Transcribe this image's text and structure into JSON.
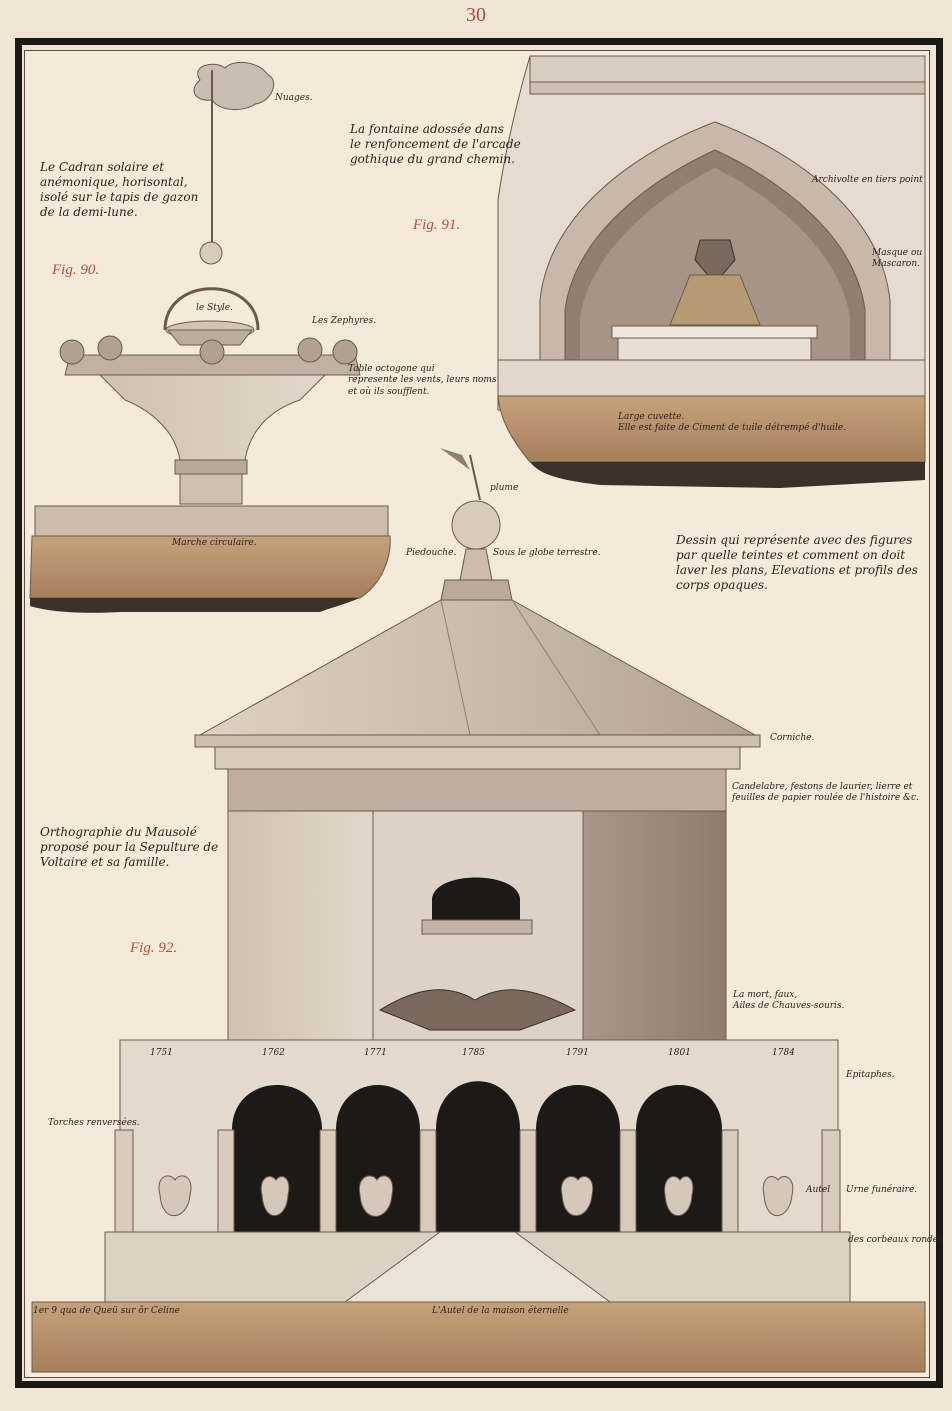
{
  "page_number": "30",
  "figures": {
    "fig90": {
      "label": "Fig. 90.",
      "title": "Le Cadran solaire et\nanémonique, horisontal,\nisolé sur le tapis de gazon\nde la demi-lune.",
      "annotations": {
        "nuages": "Nuages.",
        "style": "le Style.",
        "zephyres": "Les Zephyres.",
        "table": "Table octogone qui\nrepresente les vents, leurs noms\net où ils soufflent.",
        "marche": "Marche circulaire."
      }
    },
    "fig91": {
      "label": "Fig. 91.",
      "title": "La fontaine adossée dans\nle renfoncement de l'arcade\ngothique du grand chemin.",
      "annotations": {
        "archivolte": "Archivolte en tiers point",
        "masque": "Masque ou\nMascaron.",
        "cuvette": "Large cuvette.\nElle est faite de Ciment de tuile détrempé d'huile."
      }
    },
    "description": "Dessin qui représente avec des figures\npar quelle teintes et comment on doit\nlaver les plans, Elevations et profils des\ncorps opaques.",
    "fig92": {
      "label": "Fig. 92.",
      "title": "Orthographie du Mausolé\nproposé pour la Sepulture de\nVoltaire et sa famille.",
      "annotations": {
        "plume": "plume",
        "piedouche": "Piedouche.",
        "globe": "Sous le globe terrestre.",
        "corniche": "Corniche.",
        "candelabre": "Candelabre, festons de laurier, lierre et\nfeuilles de papier roulée de l'histoire &c.",
        "mort": "La mort, faux,\nAiles de Chauves-souris.",
        "epitaphes": "Epitaphes.",
        "torches": "Torches renversées.",
        "urne": "Urne funéraire.",
        "autel": "Autel",
        "corbeaux": "des corbeaux rondés",
        "bottom_left": "1er 9 qua de Queü sur ôr Celine",
        "bottom_center": "L'Autel de la maison éternelle"
      },
      "epitaph_years": [
        "1751",
        "1762",
        "1771",
        "1785",
        "1791",
        "1801",
        "1784"
      ]
    }
  },
  "colors": {
    "paper": "#f3ead9",
    "ground": "#b8916a",
    "stone": "#d8cbbd",
    "shadow": "#6b5a4b",
    "ink": "#2b221c",
    "figure_label": "#b8503a"
  }
}
